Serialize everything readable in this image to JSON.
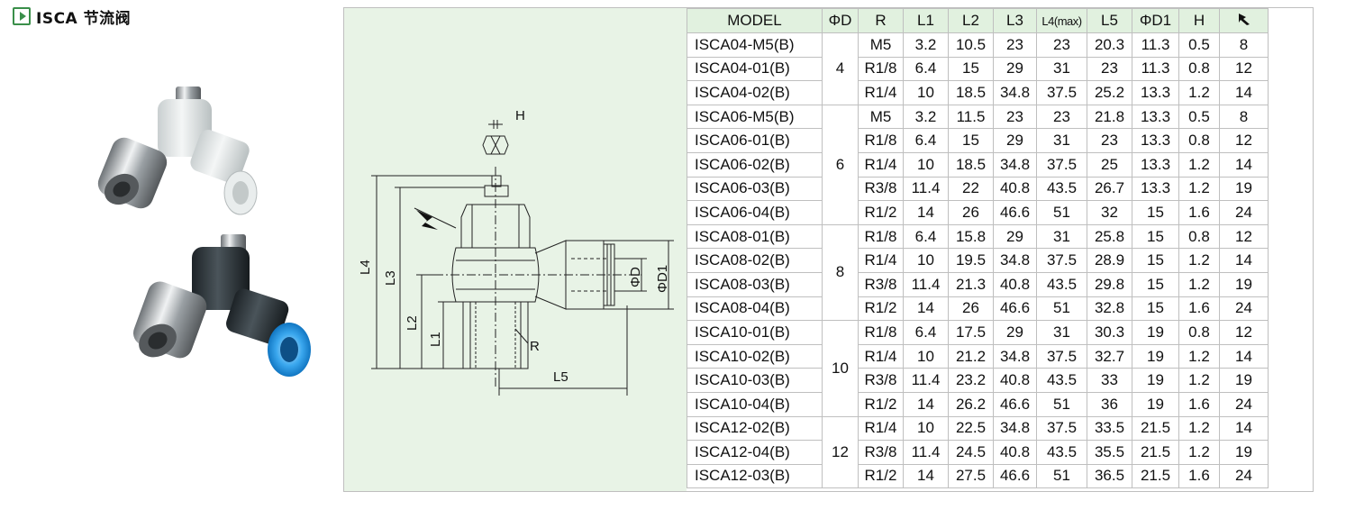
{
  "title": "ISCA 节流阀",
  "table": {
    "headers": {
      "model": "MODEL",
      "od": "ΦD",
      "r": "R",
      "l1": "L1",
      "l2": "L2",
      "l3": "L3",
      "l4": "L4(max)",
      "l5": "L5",
      "od1": "ΦD1",
      "h": "H",
      "wrench": "wrench-icon"
    },
    "groups": [
      {
        "od": "4",
        "rows": [
          {
            "model": "ISCA04-M5(B)",
            "r": "M5",
            "l1": "3.2",
            "l2": "10.5",
            "l3": "23",
            "l4": "23",
            "l5": "20.3",
            "od1": "11.3",
            "h": "0.5",
            "w": "8"
          },
          {
            "model": "ISCA04-01(B)",
            "r": "R1/8",
            "l1": "6.4",
            "l2": "15",
            "l3": "29",
            "l4": "31",
            "l5": "23",
            "od1": "11.3",
            "h": "0.8",
            "w": "12"
          },
          {
            "model": "ISCA04-02(B)",
            "r": "R1/4",
            "l1": "10",
            "l2": "18.5",
            "l3": "34.8",
            "l4": "37.5",
            "l5": "25.2",
            "od1": "13.3",
            "h": "1.2",
            "w": "14"
          }
        ]
      },
      {
        "od": "6",
        "rows": [
          {
            "model": "ISCA06-M5(B)",
            "r": "M5",
            "l1": "3.2",
            "l2": "11.5",
            "l3": "23",
            "l4": "23",
            "l5": "21.8",
            "od1": "13.3",
            "h": "0.5",
            "w": "8"
          },
          {
            "model": "ISCA06-01(B)",
            "r": "R1/8",
            "l1": "6.4",
            "l2": "15",
            "l3": "29",
            "l4": "31",
            "l5": "23",
            "od1": "13.3",
            "h": "0.8",
            "w": "12"
          },
          {
            "model": "ISCA06-02(B)",
            "r": "R1/4",
            "l1": "10",
            "l2": "18.5",
            "l3": "34.8",
            "l4": "37.5",
            "l5": "25",
            "od1": "13.3",
            "h": "1.2",
            "w": "14"
          },
          {
            "model": "ISCA06-03(B)",
            "r": "R3/8",
            "l1": "11.4",
            "l2": "22",
            "l3": "40.8",
            "l4": "43.5",
            "l5": "26.7",
            "od1": "13.3",
            "h": "1.2",
            "w": "19"
          },
          {
            "model": "ISCA06-04(B)",
            "r": "R1/2",
            "l1": "14",
            "l2": "26",
            "l3": "46.6",
            "l4": "51",
            "l5": "32",
            "od1": "15",
            "h": "1.6",
            "w": "24"
          }
        ]
      },
      {
        "od": "8",
        "rows": [
          {
            "model": "ISCA08-01(B)",
            "r": "R1/8",
            "l1": "6.4",
            "l2": "15.8",
            "l3": "29",
            "l4": "31",
            "l5": "25.8",
            "od1": "15",
            "h": "0.8",
            "w": "12"
          },
          {
            "model": "ISCA08-02(B)",
            "r": "R1/4",
            "l1": "10",
            "l2": "19.5",
            "l3": "34.8",
            "l4": "37.5",
            "l5": "28.9",
            "od1": "15",
            "h": "1.2",
            "w": "14"
          },
          {
            "model": "ISCA08-03(B)",
            "r": "R3/8",
            "l1": "11.4",
            "l2": "21.3",
            "l3": "40.8",
            "l4": "43.5",
            "l5": "29.8",
            "od1": "15",
            "h": "1.2",
            "w": "19"
          },
          {
            "model": "ISCA08-04(B)",
            "r": "R1/2",
            "l1": "14",
            "l2": "26",
            "l3": "46.6",
            "l4": "51",
            "l5": "32.8",
            "od1": "15",
            "h": "1.6",
            "w": "24"
          }
        ]
      },
      {
        "od": "10",
        "rows": [
          {
            "model": "ISCA10-01(B)",
            "r": "R1/8",
            "l1": "6.4",
            "l2": "17.5",
            "l3": "29",
            "l4": "31",
            "l5": "30.3",
            "od1": "19",
            "h": "0.8",
            "w": "12"
          },
          {
            "model": "ISCA10-02(B)",
            "r": "R1/4",
            "l1": "10",
            "l2": "21.2",
            "l3": "34.8",
            "l4": "37.5",
            "l5": "32.7",
            "od1": "19",
            "h": "1.2",
            "w": "14"
          },
          {
            "model": "ISCA10-03(B)",
            "r": "R3/8",
            "l1": "11.4",
            "l2": "23.2",
            "l3": "40.8",
            "l4": "43.5",
            "l5": "33",
            "od1": "19",
            "h": "1.2",
            "w": "19"
          },
          {
            "model": "ISCA10-04(B)",
            "r": "R1/2",
            "l1": "14",
            "l2": "26.2",
            "l3": "46.6",
            "l4": "51",
            "l5": "36",
            "od1": "19",
            "h": "1.6",
            "w": "24"
          }
        ]
      },
      {
        "od": "12",
        "rows": [
          {
            "model": "ISCA12-02(B)",
            "r": "R1/4",
            "l1": "10",
            "l2": "22.5",
            "l3": "34.8",
            "l4": "37.5",
            "l5": "33.5",
            "od1": "21.5",
            "h": "1.2",
            "w": "14"
          },
          {
            "model": "ISCA12-04(B)",
            "r": "R3/8",
            "l1": "11.4",
            "l2": "24.5",
            "l3": "40.8",
            "l4": "43.5",
            "l5": "35.5",
            "od1": "21.5",
            "h": "1.2",
            "w": "19"
          },
          {
            "model": "ISCA12-03(B)",
            "r": "R1/2",
            "l1": "14",
            "l2": "27.5",
            "l3": "46.6",
            "l4": "51",
            "l5": "36.5",
            "od1": "21.5",
            "h": "1.6",
            "w": "24"
          }
        ]
      }
    ]
  },
  "drawing": {
    "labels": {
      "h": "H",
      "l4": "L4",
      "l3": "L3",
      "l2": "L2",
      "l1": "L1",
      "r": "R",
      "l5": "L5",
      "od": "ΦD",
      "od1": "ΦD1"
    }
  }
}
